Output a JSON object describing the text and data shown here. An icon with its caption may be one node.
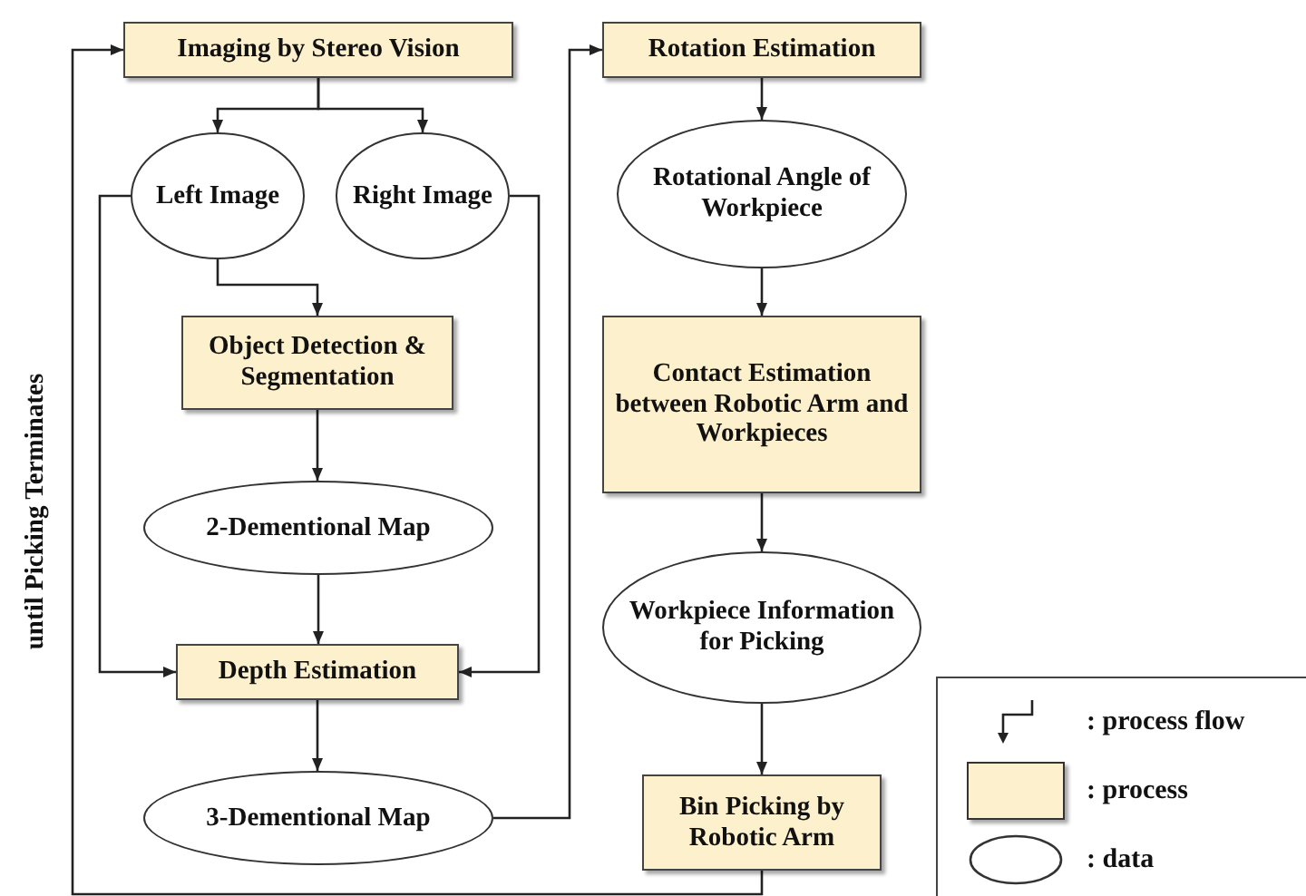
{
  "diagram": {
    "nodes": [
      {
        "text": [
          "Imaging by Stereo Vision"
        ]
      },
      {
        "text": [
          "Left Image"
        ]
      },
      {
        "text": [
          "Right Image"
        ]
      },
      {
        "text": [
          "Object Detection & Segmentation"
        ]
      },
      {
        "text": [
          "2-Dementional Map"
        ]
      },
      {
        "text": [
          "Depth Estimation"
        ]
      },
      {
        "text": [
          "3-Dementional Map"
        ]
      },
      {
        "text": [
          "Rotation Estimation"
        ]
      },
      {
        "text": [
          "Rotational Angle of Workpiece"
        ]
      },
      {
        "text": [
          "Contact Estimation between Robotic Arm and Workpieces"
        ]
      },
      {
        "text": [
          "Workpiece Information for Picking"
        ]
      },
      {
        "text": [
          "Bin Picking by Robotic Arm"
        ]
      }
    ],
    "edges": [
      {
        "from": 0,
        "to": 1,
        "arrow": "to"
      },
      {
        "from": 0,
        "to": 2,
        "arrow": "to"
      },
      {
        "from": 1,
        "to": 3,
        "arrow": "to"
      },
      {
        "from": 1,
        "to": 5,
        "arrow": "to"
      },
      {
        "from": 2,
        "to": 5,
        "arrow": "to"
      },
      {
        "from": 3,
        "to": 4,
        "arrow": "to"
      },
      {
        "from": 4,
        "to": 5,
        "arrow": "to"
      },
      {
        "from": 5,
        "to": 6,
        "arrow": "to"
      },
      {
        "from": 6,
        "to": 7,
        "arrow": "to"
      },
      {
        "from": 7,
        "to": 8,
        "arrow": "to"
      },
      {
        "from": 8,
        "to": 9,
        "arrow": "to"
      },
      {
        "from": 9,
        "to": 10,
        "arrow": "to"
      },
      {
        "from": 10,
        "to": 11,
        "arrow": "to"
      },
      {
        "from": 11,
        "to": 0,
        "arrow": "to",
        "label": "until Picking Terminates"
      }
    ],
    "legend": [
      {
        "text": ": process flow"
      },
      {
        "text": ": process",
        "color": "#fdf0cc"
      },
      {
        "text": ": data"
      }
    ]
  }
}
